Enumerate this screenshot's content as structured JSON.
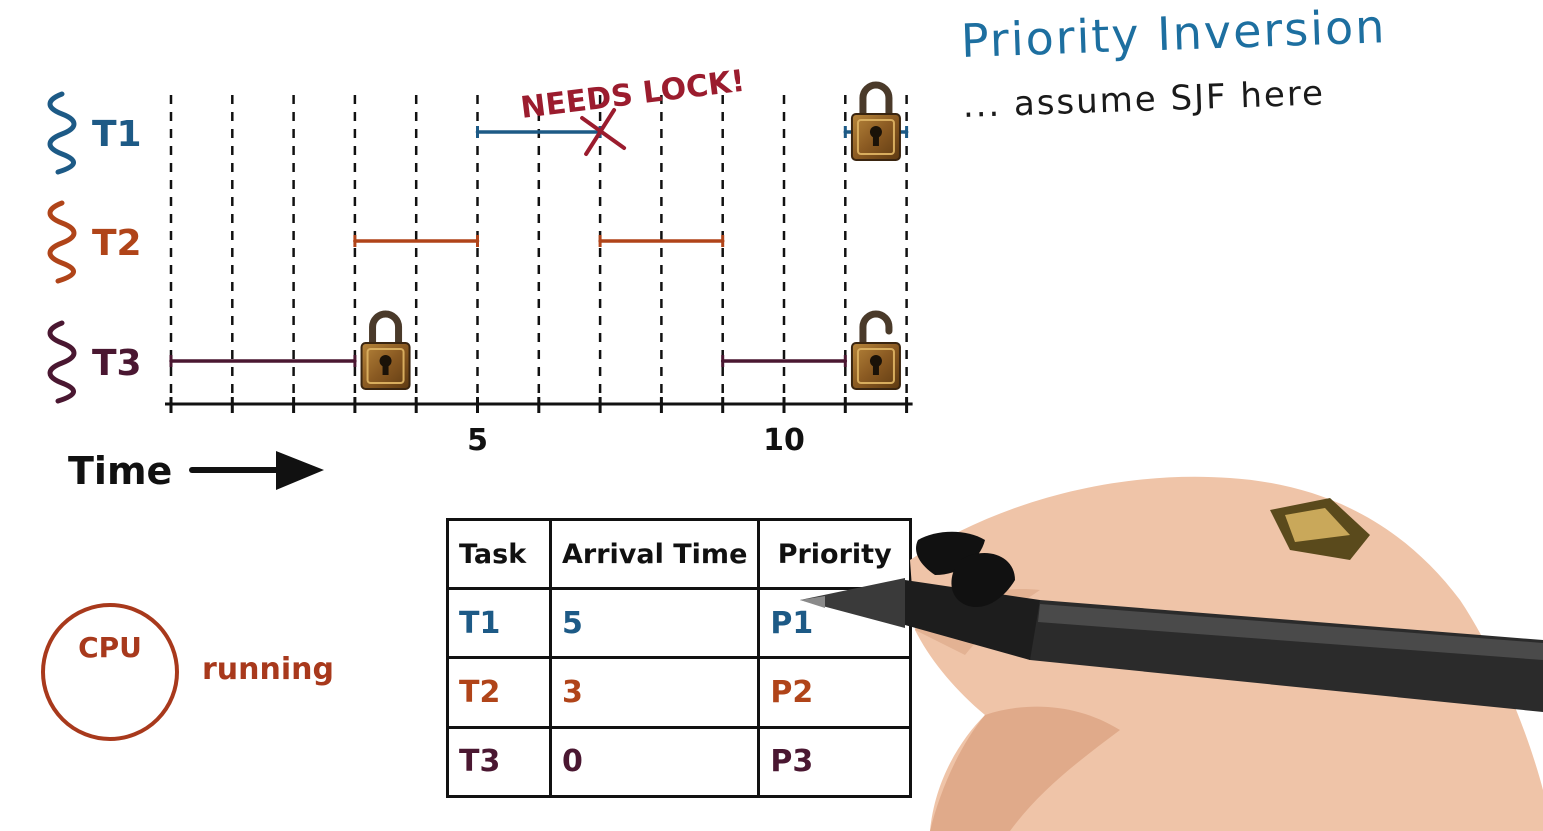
{
  "header": {
    "title": "Priority Inversion",
    "subtitle": "... assume SJF here"
  },
  "timeline": {
    "axis_label": "Time",
    "tick_labels": [
      {
        "value": 5,
        "text": "5"
      },
      {
        "value": 10,
        "text": "10"
      }
    ],
    "range": [
      0,
      12
    ],
    "tick_count": 13,
    "tasks": [
      {
        "id": "T1",
        "label": "T1",
        "color": "#1d5a86"
      },
      {
        "id": "T2",
        "label": "T2",
        "color": "#b04419"
      },
      {
        "id": "T3",
        "label": "T3",
        "color": "#4a1731"
      }
    ],
    "segments": [
      {
        "task": "T3",
        "start": 0,
        "end": 3
      },
      {
        "task": "T2",
        "start": 3,
        "end": 5
      },
      {
        "task": "T1",
        "start": 5,
        "end": 7
      },
      {
        "task": "T2",
        "start": 7,
        "end": 9
      },
      {
        "task": "T3",
        "start": 9,
        "end": 11
      },
      {
        "task": "T1",
        "start": 11,
        "end": 12
      }
    ],
    "locks": [
      {
        "task": "T3",
        "time": 3.5,
        "state": "locked"
      },
      {
        "task": "T3",
        "time": 11.5,
        "state": "unlocked"
      },
      {
        "task": "T1",
        "time": 11.5,
        "state": "locked"
      }
    ],
    "annotation": {
      "text": "NEEDS LOCK!",
      "task": "T1",
      "time": 7,
      "color": "#9b1c2e"
    }
  },
  "table": {
    "headers": [
      "Task",
      "Arrival Time",
      "Priority"
    ],
    "rows": [
      {
        "task": "T1",
        "arrival": "5",
        "priority": "P1"
      },
      {
        "task": "T2",
        "arrival": "3",
        "priority": "P2"
      },
      {
        "task": "T3",
        "arrival": "0",
        "priority": "P3"
      }
    ]
  },
  "cpu": {
    "label": "CPU",
    "status": "running",
    "color": "#a8391c"
  }
}
